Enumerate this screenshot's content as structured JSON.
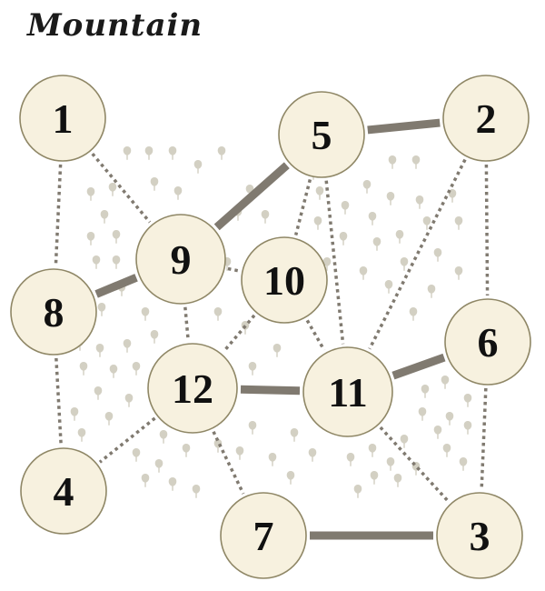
{
  "title": "Mountain",
  "colors": {
    "node_fill": "#f7f1df",
    "node_stroke": "#8f8766",
    "edge": "#807a70",
    "tree": "#d3d0c3"
  },
  "icons": {
    "tree": "tree-icon"
  },
  "nodes": [
    {
      "id": "1"
    },
    {
      "id": "2"
    },
    {
      "id": "3"
    },
    {
      "id": "4"
    },
    {
      "id": "5"
    },
    {
      "id": "6"
    },
    {
      "id": "7"
    },
    {
      "id": "8"
    },
    {
      "id": "9"
    },
    {
      "id": "10"
    },
    {
      "id": "11"
    },
    {
      "id": "12"
    }
  ],
  "edges": [
    {
      "from": "5",
      "to": "2",
      "style": "solid"
    },
    {
      "from": "5",
      "to": "9",
      "style": "solid"
    },
    {
      "from": "9",
      "to": "8",
      "style": "solid"
    },
    {
      "from": "12",
      "to": "11",
      "style": "solid"
    },
    {
      "from": "11",
      "to": "6",
      "style": "solid"
    },
    {
      "from": "7",
      "to": "3",
      "style": "solid"
    },
    {
      "from": "1",
      "to": "8",
      "style": "dotted"
    },
    {
      "from": "1",
      "to": "9",
      "style": "dotted"
    },
    {
      "from": "5",
      "to": "10",
      "style": "dotted"
    },
    {
      "from": "5",
      "to": "11",
      "style": "dotted"
    },
    {
      "from": "2",
      "to": "11",
      "style": "dotted"
    },
    {
      "from": "2",
      "to": "6",
      "style": "dotted"
    },
    {
      "from": "9",
      "to": "10",
      "style": "dotted"
    },
    {
      "from": "9",
      "to": "12",
      "style": "dotted"
    },
    {
      "from": "10",
      "to": "12",
      "style": "dotted"
    },
    {
      "from": "10",
      "to": "11",
      "style": "dotted"
    },
    {
      "from": "8",
      "to": "4",
      "style": "dotted"
    },
    {
      "from": "12",
      "to": "4",
      "style": "dotted"
    },
    {
      "from": "12",
      "to": "7",
      "style": "dotted"
    },
    {
      "from": "11",
      "to": "3",
      "style": "dotted"
    },
    {
      "from": "6",
      "to": "3",
      "style": "dotted"
    }
  ]
}
